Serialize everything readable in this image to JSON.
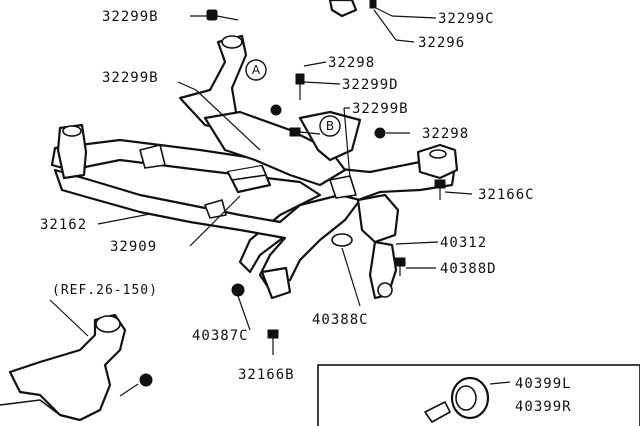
{
  "callouts": {
    "c32299B_top": "32299B",
    "c32299C": "32299C",
    "c32296": "32296",
    "c32298_a": "32298",
    "c32299D": "32299D",
    "c32299B_left": "32299B",
    "c32299B_right": "32299B",
    "c32298_b": "32298",
    "c32166C": "32166C",
    "c32162": "32162",
    "c32909": "32909",
    "c40312": "40312",
    "c40388D": "40388D",
    "c40388C": "40388C",
    "c40387C": "40387C",
    "c32166B": "32166B",
    "c40399L": "40399L",
    "c40399R": "40399R"
  },
  "reference": "(REF.26-150)",
  "circle_labels": {
    "a": "A",
    "b": "B"
  },
  "icons": [
    "bolt-icon",
    "nut-icon",
    "bushing-icon",
    "crossmember-drawing",
    "knuckle-drawing"
  ]
}
